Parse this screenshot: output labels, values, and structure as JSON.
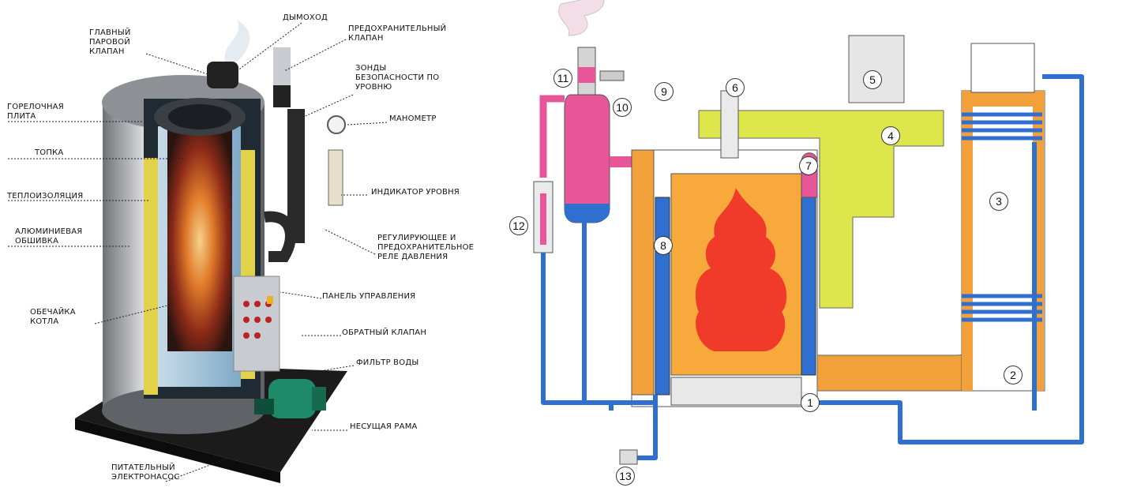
{
  "left_diagram": {
    "labels": [
      {
        "id": "main-steam-valve",
        "text": "ГЛАВНЫЙ\nПАРОВОЙ\nКЛАПАН"
      },
      {
        "id": "chimney",
        "text": "ДЫМОХОД"
      },
      {
        "id": "safety-valve",
        "text": "ПРЕДОХРАНИТЕЛЬНЫЙ\nКЛАПАН"
      },
      {
        "id": "level-probes",
        "text": "ЗОНДЫ\nБЕЗОПАСНОСТИ ПО\nУРОВНЮ"
      },
      {
        "id": "manometer",
        "text": "МАНОМЕТР"
      },
      {
        "id": "burner-plate",
        "text": "ГОРЕЛОЧНАЯ\nПЛИТА"
      },
      {
        "id": "furnace",
        "text": "ТОПКА"
      },
      {
        "id": "insulation",
        "text": "ТЕПЛОИЗОЛЯЦИЯ"
      },
      {
        "id": "aluminium-cladding",
        "text": "АЛЮМИНИЕВАЯ\nОБШИВКА"
      },
      {
        "id": "level-indicator",
        "text": "ИНДИКАТОР УРОВНЯ"
      },
      {
        "id": "pressure-relay",
        "text": "РЕГУЛИРУЮЩЕЕ И\nПРЕДОХРАНИТЕЛЬНОЕ\nРЕЛЕ ДАВЛЕНИЯ"
      },
      {
        "id": "control-panel",
        "text": "ПАНЕЛЬ УПРАВЛЕНИЯ"
      },
      {
        "id": "boiler-shell",
        "text": "ОБЕЧАЙКА\nКОТЛА"
      },
      {
        "id": "check-valve",
        "text": "ОБРАТНЫЙ КЛАПАН"
      },
      {
        "id": "water-filter",
        "text": "ФИЛЬТР ВОДЫ"
      },
      {
        "id": "support-frame",
        "text": "НЕСУЩАЯ РАМА"
      },
      {
        "id": "feed-pump",
        "text": "ПИТАТЕЛЬНЫЙ\nЭЛЕКТРОНАСОС"
      }
    ]
  },
  "right_diagram": {
    "numbers": [
      "1",
      "2",
      "3",
      "4",
      "5",
      "6",
      "7",
      "8",
      "9",
      "10",
      "11",
      "12",
      "13"
    ]
  },
  "colors": {
    "water": "#2e6fd0",
    "steam": "#e8569a",
    "flue": "#f2a13a",
    "flame": "#f03a2a",
    "fire_box": "#f7a93c",
    "fan_duct": "#dde64a",
    "metal": "#b9bcc1",
    "frame": "#161616"
  }
}
